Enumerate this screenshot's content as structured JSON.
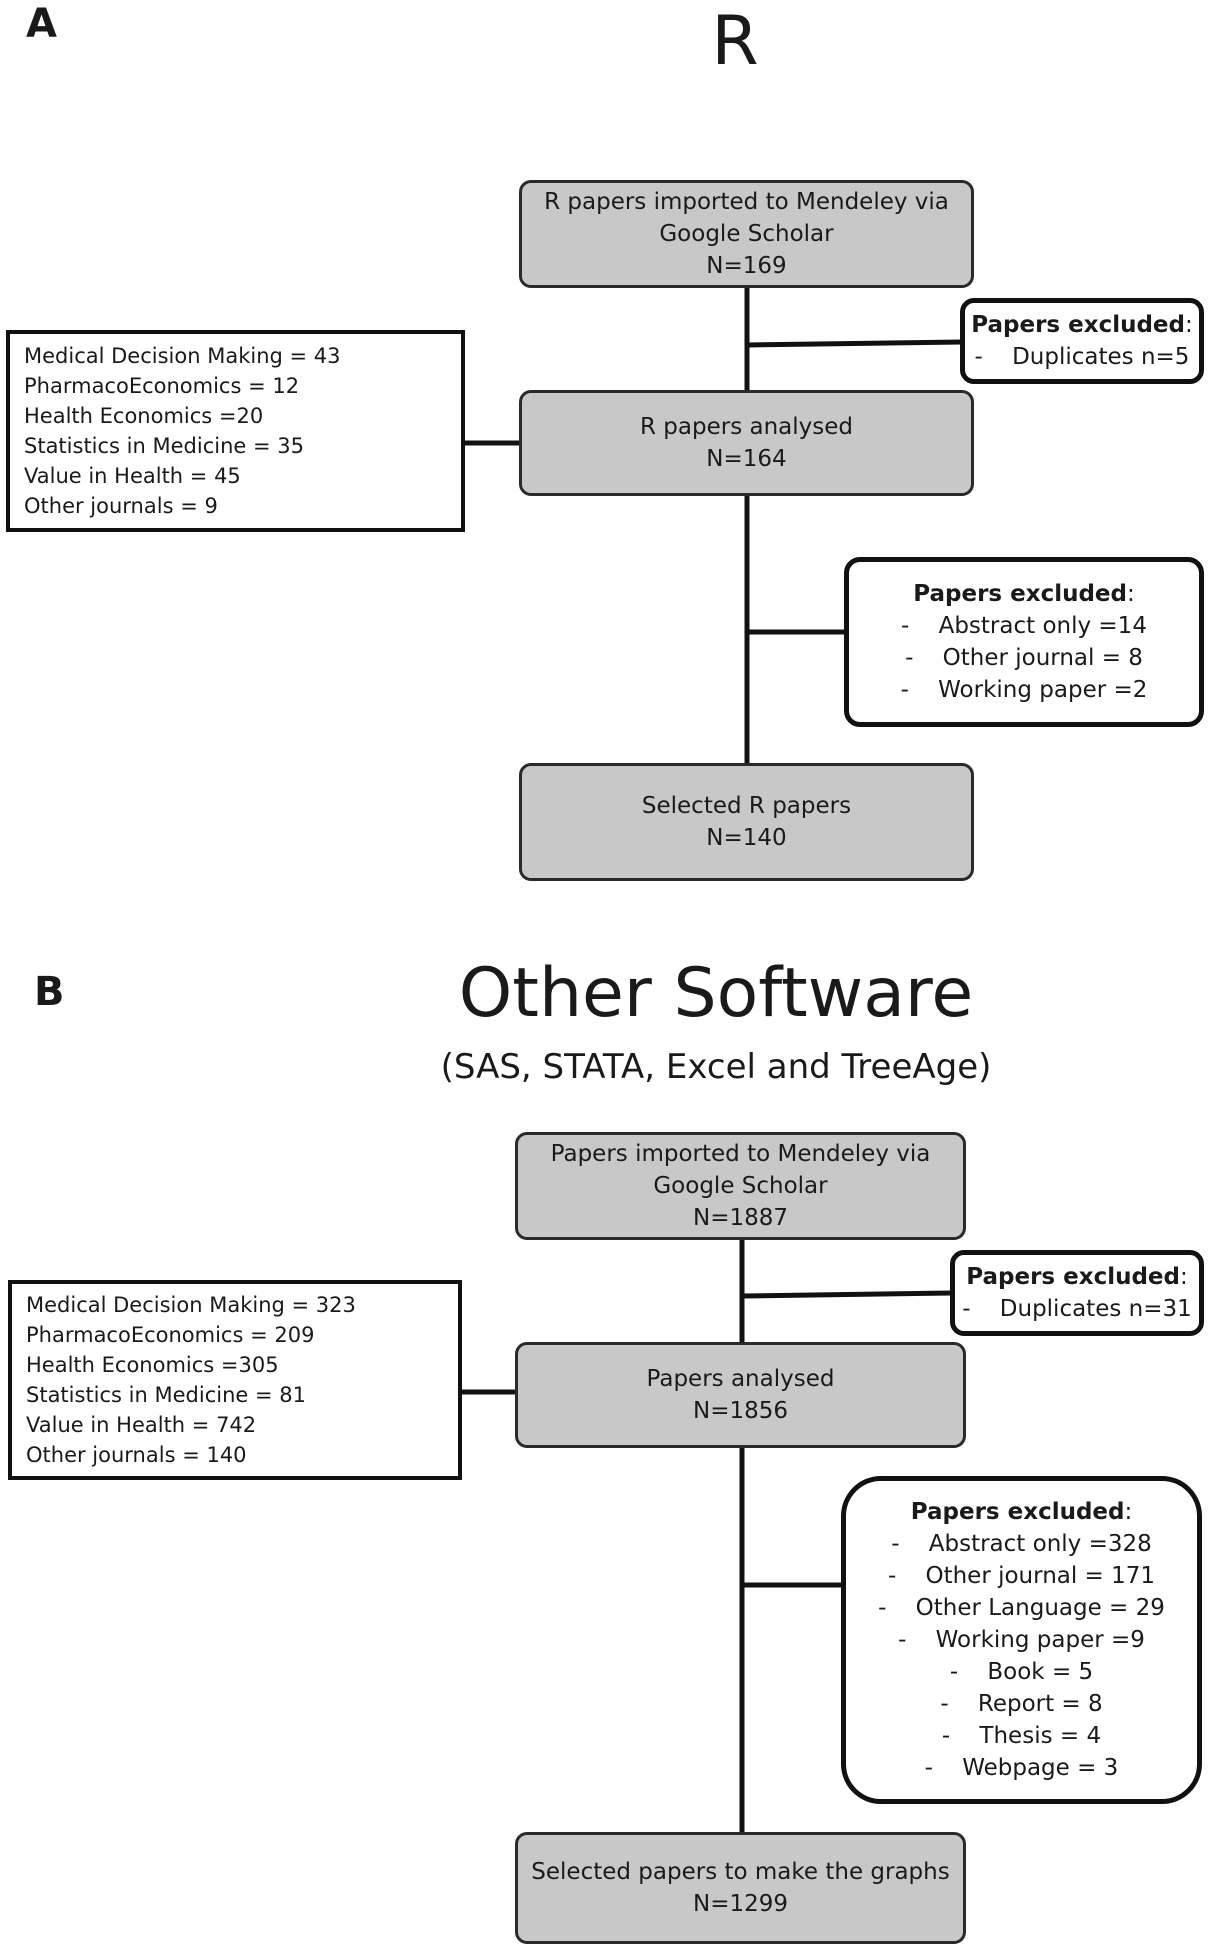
{
  "panel_a": {
    "letter": "A",
    "title": "R",
    "imported": {
      "line1": "R papers imported to Mendeley via",
      "line2": "Google Scholar",
      "line3": "N=169"
    },
    "excluded1": {
      "header": "Papers excluded",
      "colon": ":",
      "items": [
        "-    Duplicates n=5"
      ]
    },
    "journals": [
      "Medical Decision Making = 43",
      "PharmacoEconomics = 12",
      "Health Economics =20",
      "Statistics in Medicine = 35",
      "Value in Health = 45",
      "Other journals = 9"
    ],
    "analysed": {
      "line1": "R papers analysed",
      "line2": "N=164"
    },
    "excluded2": {
      "header": "Papers excluded",
      "colon": ":",
      "items": [
        "-    Abstract only =14",
        "-    Other journal = 8",
        "-    Working paper =2"
      ]
    },
    "selected": {
      "line1": "Selected R papers",
      "line2": "N=140"
    }
  },
  "panel_b": {
    "letter": "B",
    "title": "Other Software",
    "subtitle": "(SAS, STATA, Excel and TreeAge)",
    "imported": {
      "line1": "Papers imported to Mendeley via",
      "line2": "Google Scholar",
      "line3": "N=1887"
    },
    "excluded1": {
      "header": "Papers excluded",
      "colon": ":",
      "items": [
        "-    Duplicates n=31"
      ]
    },
    "journals": [
      "Medical Decision Making = 323",
      "PharmacoEconomics = 209",
      "Health Economics =305",
      "Statistics in Medicine = 81",
      "Value in Health = 742",
      "Other journals = 140"
    ],
    "analysed": {
      "line1": "Papers analysed",
      "line2": "N=1856"
    },
    "excluded2": {
      "header": "Papers excluded",
      "colon": ":",
      "items": [
        "-    Abstract only =328",
        "-    Other journal = 171",
        "-    Other Language = 29",
        "-    Working paper =9",
        "-    Book = 5",
        "-    Report = 8",
        "-    Thesis = 4",
        "-    Webpage = 3"
      ]
    },
    "selected": {
      "line1": "Selected papers to make the graphs",
      "line2": "N=1299"
    }
  }
}
